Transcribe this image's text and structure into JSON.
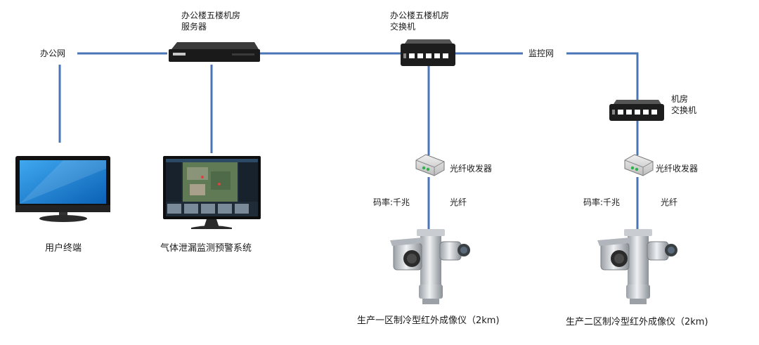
{
  "networks": {
    "office": "办公网",
    "monitoring": "监控网"
  },
  "nodes": {
    "server": {
      "label_line1": "办公楼五楼机房",
      "label_line2": "服务器"
    },
    "core_switch": {
      "label_line1": "办公楼五楼机房",
      "label_line2": "交换机"
    },
    "room_switch": {
      "label_line1": "机房",
      "label_line2": "交换机"
    },
    "user_terminal": {
      "label": "用户终端"
    },
    "warning_system": {
      "label": "气体泄漏监测预警系统"
    },
    "transceiver_1": {
      "label": "光纤收发器"
    },
    "transceiver_2": {
      "label": "光纤收发器"
    },
    "camera_1": {
      "label": "生产一区制冷型红外成像仪（2km)"
    },
    "camera_2": {
      "label": "生产二区制冷型红外成像仪（2km)"
    }
  },
  "links": {
    "link_1_rate": "码率:千兆",
    "link_1_medium": "光纤",
    "link_2_rate": "码率:千兆",
    "link_2_medium": "光纤"
  },
  "colors": {
    "line": "#4a76b8",
    "device_dark": "#1d1d1d",
    "port_led": "#ffffff"
  }
}
